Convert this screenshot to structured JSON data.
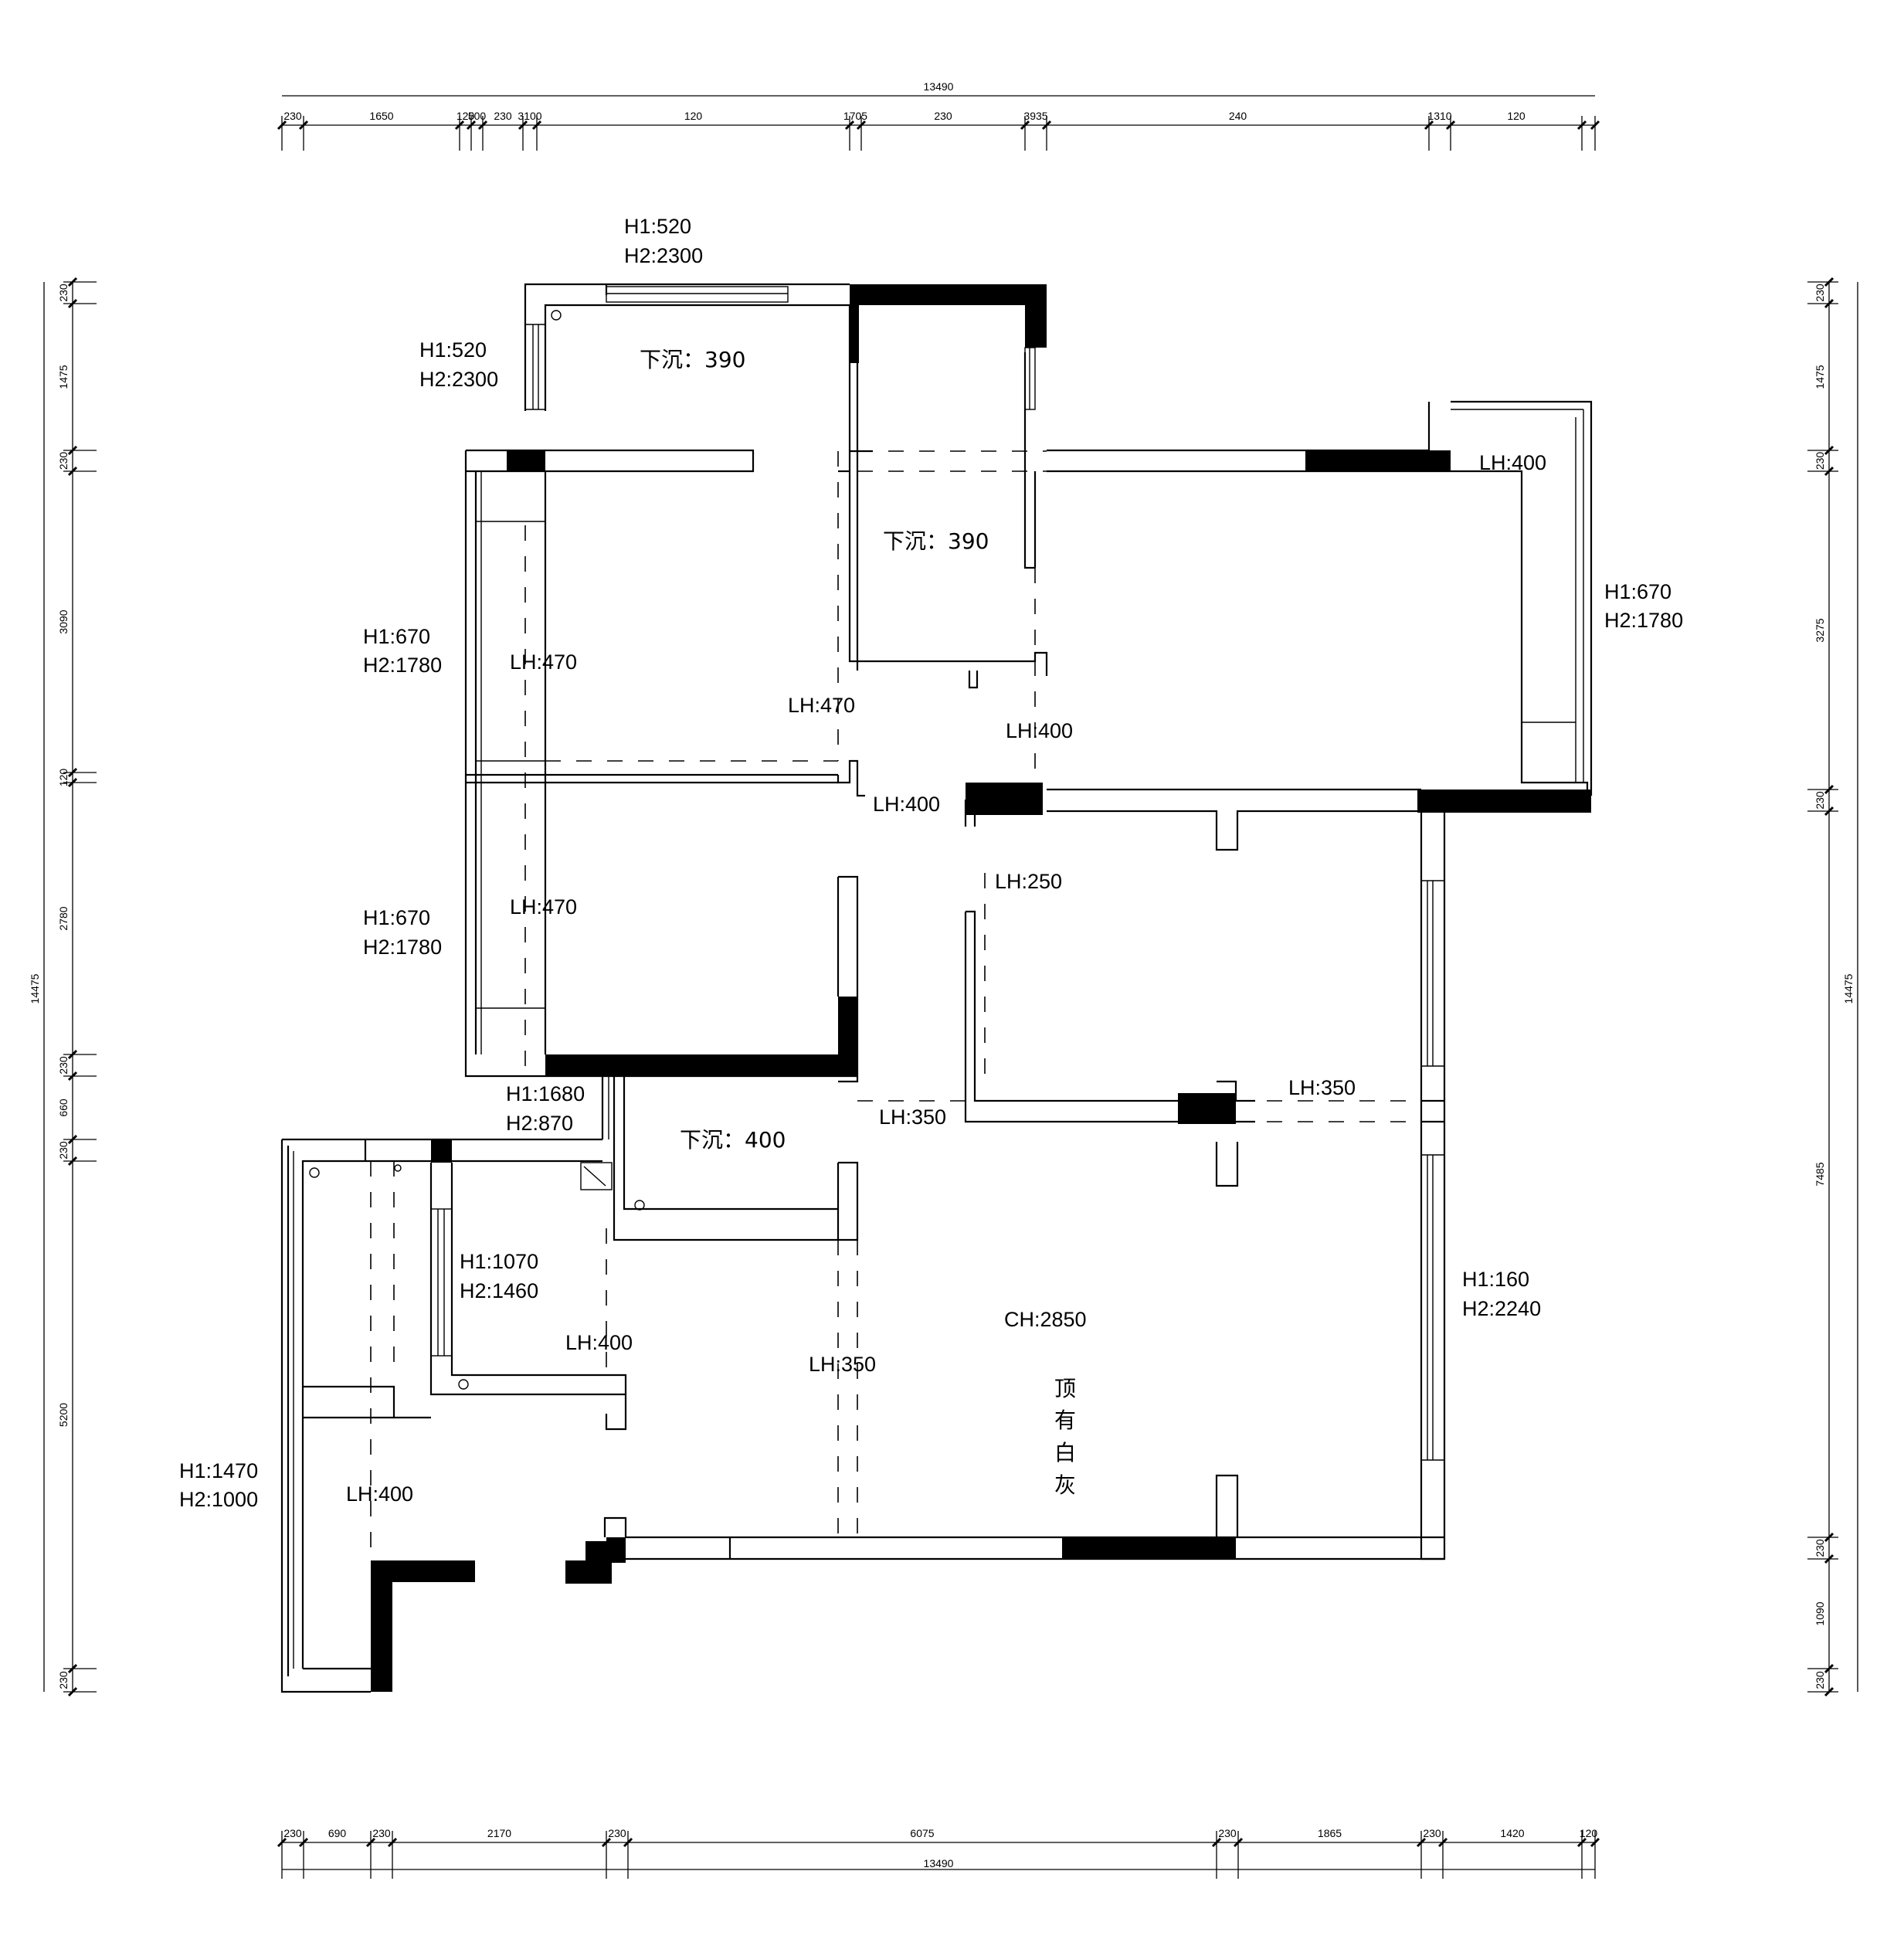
{
  "dimensions": {
    "top_total": "13490",
    "top": [
      "230",
      "1650",
      "120",
      "500",
      "230",
      "3100",
      "120",
      "1705",
      "230",
      "3935",
      "240",
      "1310",
      "120"
    ],
    "bottom": [
      "230",
      "690",
      "230",
      "2170",
      "230",
      "6075",
      "230",
      "1865",
      "230",
      "1420",
      "120"
    ],
    "bottom_total": "13490",
    "left": [
      "230",
      "1475",
      "230",
      "3090",
      "120",
      "2780",
      "230",
      "660",
      "230",
      "5200",
      "230"
    ],
    "left_total": "14475",
    "right": [
      "230",
      "1475",
      "230",
      "3275",
      "230",
      "7485",
      "230",
      "1090",
      "230"
    ],
    "right_total": "14475"
  },
  "labels": {
    "win_top_h1": "H1:520",
    "win_top_h2": "H2:2300",
    "win_nw_h1": "H1:520",
    "win_nw_h2": "H2:2300",
    "sink1": "下沉：390",
    "sink2": "下沉：390",
    "sink3": "下沉：400",
    "lh_right_top": "LH:400",
    "win_e_h1": "H1:670",
    "win_e_h2": "H2:1780",
    "win_w1_h1": "H1:670",
    "win_w1_h2": "H2:1780",
    "lh_w1": "LH:470",
    "lh_mid": "LH:470",
    "lh_400a": "LH:400",
    "lh_400b": "LH:400",
    "win_w2_h1": "H1:670",
    "win_w2_h2": "H2:1780",
    "lh_w2": "LH:470",
    "lh_250": "LH:250",
    "win_s_h1": "H1:1680",
    "win_s_h2": "H2:870",
    "lh_350a": "LH:350",
    "lh_350b": "LH:350",
    "win_bath_h1": "H1:1070",
    "win_bath_h2": "H2:1460",
    "lh_400c": "LH:400",
    "ch": "CH:2850",
    "lh_350c": "LH:350",
    "win_se_h1": "H1:160",
    "win_se_h2": "H2:2240",
    "win_sw_h1": "H1:1470",
    "win_sw_h2": "H2:1000",
    "lh_400d": "LH:400",
    "note": [
      "顶",
      "有",
      "白",
      "灰"
    ]
  }
}
